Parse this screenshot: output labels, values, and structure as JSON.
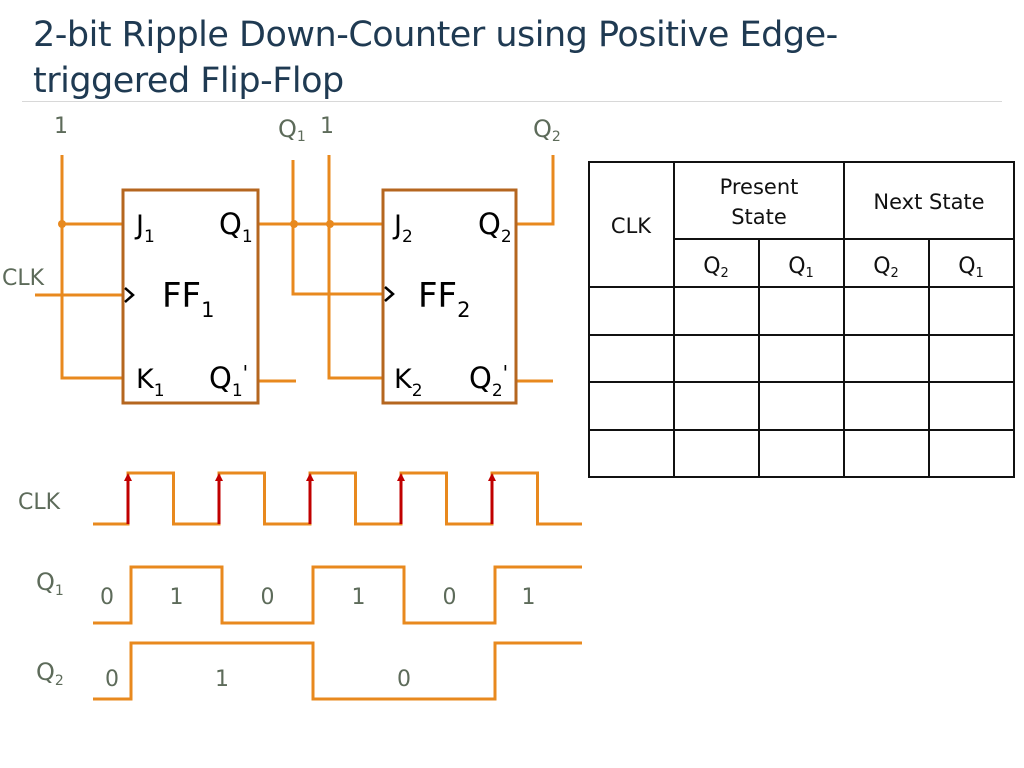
{
  "title": {
    "line1": "2-bit Ripple Down-Counter using Positive Edge-",
    "line2": "triggered Flip-Flop"
  },
  "colors": {
    "wire": "#e8891e",
    "box": "#b5661f",
    "clock_edge": "#c00000",
    "label": "#5d6b5a",
    "title": "#1f3a52"
  },
  "circuit": {
    "input_one_ff1": "1",
    "clk_label": "CLK",
    "q1_tap_label": "Q",
    "q1_tap_sub": "1",
    "input_one_ff2": "1",
    "q2_out_label": "Q",
    "q2_out_sub": "2",
    "ff1": {
      "name": "FF",
      "sub": "1",
      "j": "J",
      "j_sub": "1",
      "k": "K",
      "k_sub": "1",
      "q": "Q",
      "q_sub": "1",
      "qn": "Q",
      "qn_sub": "1",
      "qn_mark": "'"
    },
    "ff2": {
      "name": "FF",
      "sub": "2",
      "j": "J",
      "j_sub": "2",
      "k": "K",
      "k_sub": "2",
      "q": "Q",
      "q_sub": "2",
      "qn": "Q",
      "qn_sub": "2",
      "qn_mark": "'"
    }
  },
  "timing": {
    "signals": [
      {
        "name": "CLK",
        "sub": "",
        "levels": [
          0,
          1,
          0,
          1,
          0,
          1,
          0,
          1,
          0,
          1,
          0
        ]
      },
      {
        "name": "Q",
        "sub": "1",
        "levels": [
          0,
          1,
          0,
          1,
          0,
          1
        ],
        "values": [
          "0",
          "1",
          "0",
          "1",
          "0",
          "1"
        ]
      },
      {
        "name": "Q",
        "sub": "2",
        "levels": [
          0,
          1,
          0,
          1
        ],
        "values": [
          "0",
          "1",
          "0"
        ]
      }
    ],
    "rising_edges": 5
  },
  "table": {
    "headers": {
      "clk": "CLK",
      "present_line1": "Present",
      "present_line2": "State",
      "next": "Next State"
    },
    "subheaders": [
      {
        "label": "Q",
        "sub": "2"
      },
      {
        "label": "Q",
        "sub": "1"
      },
      {
        "label": "Q",
        "sub": "2"
      },
      {
        "label": "Q",
        "sub": "1"
      }
    ],
    "rows": [
      [
        "",
        "",
        "",
        "",
        ""
      ],
      [
        "",
        "",
        "",
        "",
        ""
      ],
      [
        "",
        "",
        "",
        "",
        ""
      ],
      [
        "",
        "",
        "",
        "",
        ""
      ]
    ]
  }
}
